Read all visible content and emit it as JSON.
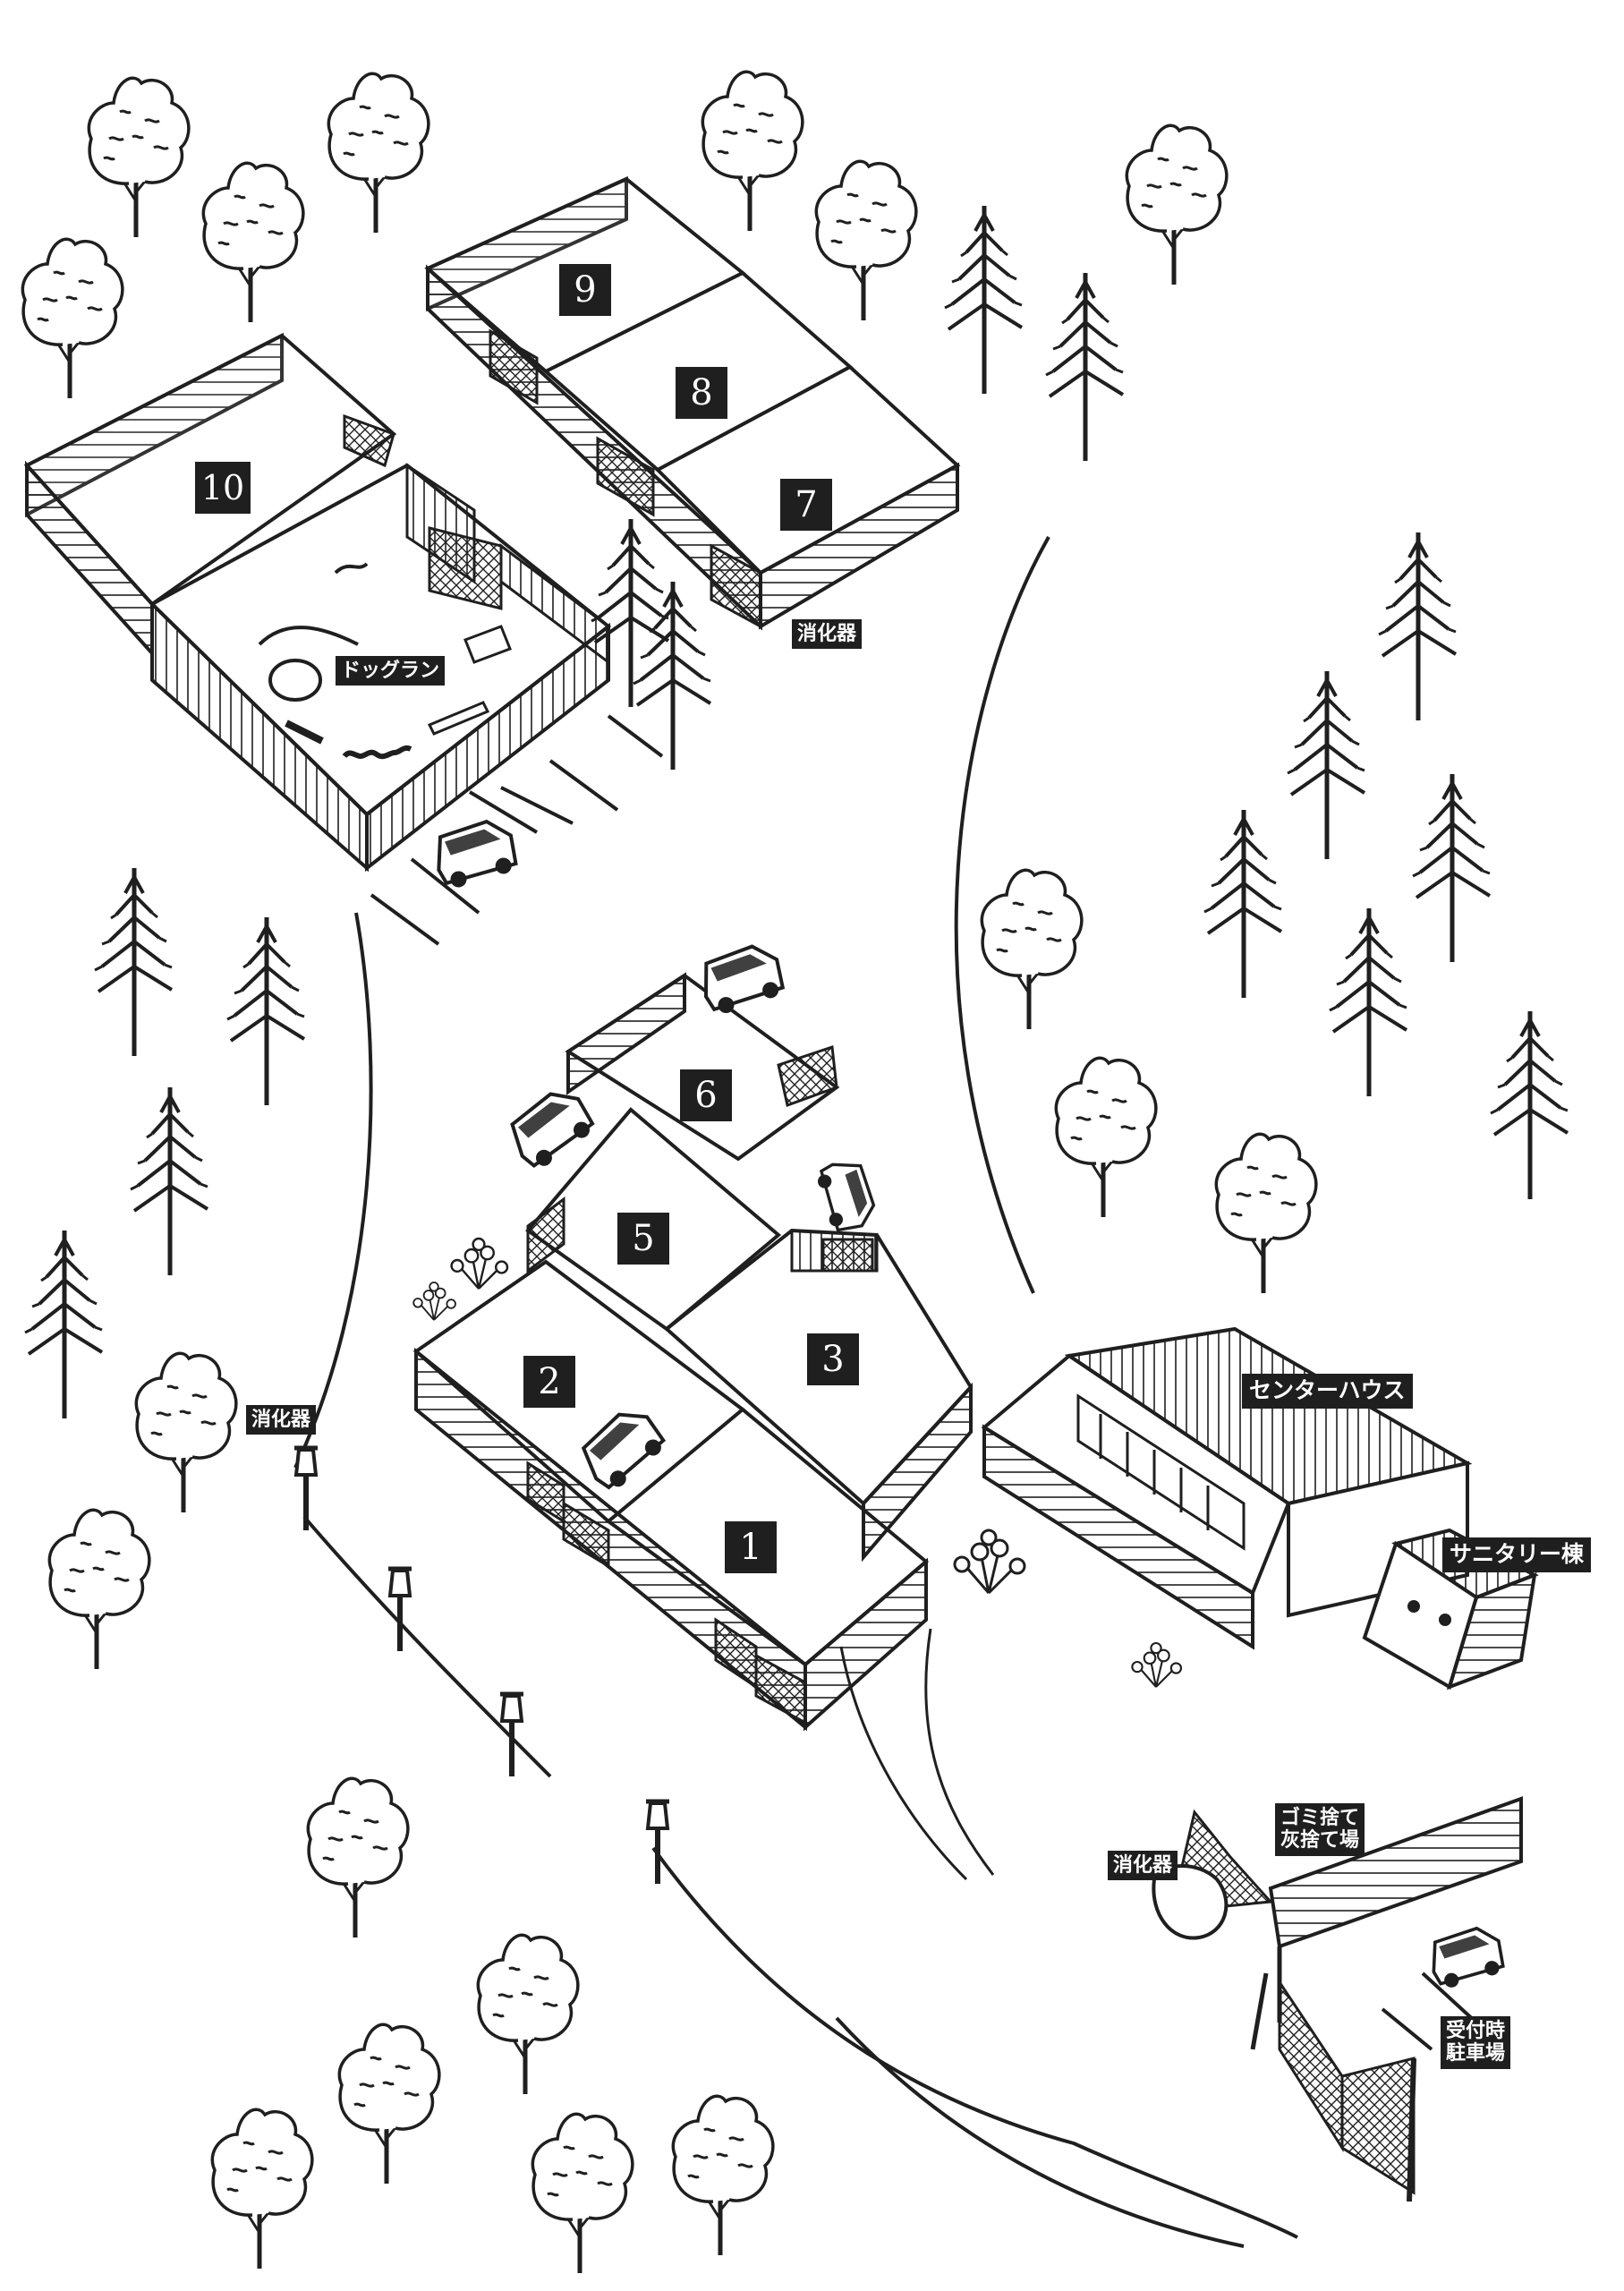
{
  "colors": {
    "ink": "#1f1f1f",
    "paper": "#ffffff"
  },
  "sites": [
    "1",
    "2",
    "3",
    "5",
    "6",
    "7",
    "8",
    "9",
    "10"
  ],
  "labels": {
    "dog_run": "ドッグラン",
    "center_house": "センターハウス",
    "sanitary": "サニタリー棟",
    "extinguisher": "消化器",
    "garbage": "ゴミ捨て\n灰捨て場",
    "reception_parking": "受付時\n駐車場"
  },
  "icons": [
    "deciduous-tree-icon",
    "conifer-tree-icon",
    "car-icon",
    "lamp-post-icon",
    "shrub-icon"
  ]
}
